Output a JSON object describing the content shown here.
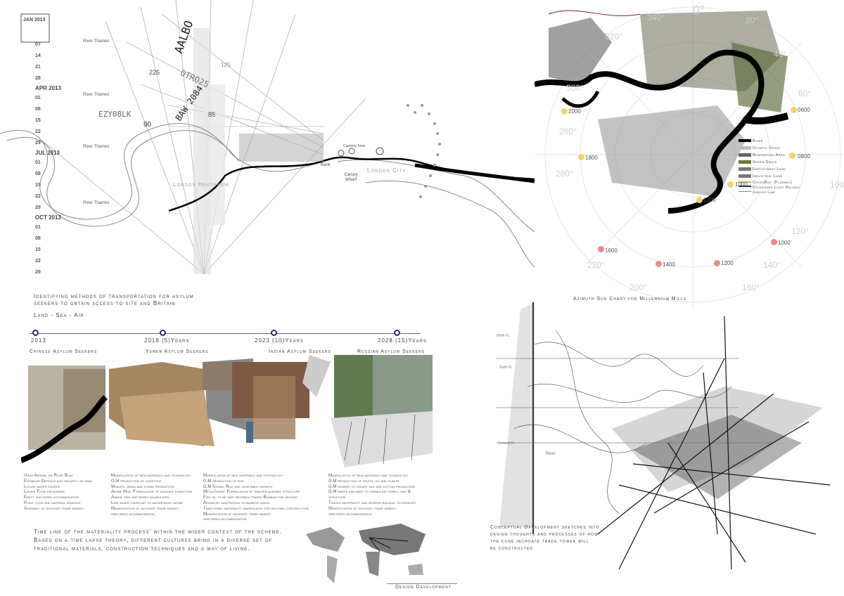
{
  "transport_panel": {
    "caption_line1": "Identifying methods of transportation for asylum",
    "caption_line2": "seekers to obtain access to site and Britain",
    "modes": "Land  -  Sea  -  Air",
    "calendar": {
      "box_label": "JAN 2013",
      "months": [
        "APR 2013",
        "JUL 2013",
        "OCT 2013"
      ],
      "river_label": "River Thames",
      "days": [
        "07",
        "14",
        "21",
        "28",
        "01",
        "08",
        "15",
        "22",
        "29",
        "01",
        "08",
        "15",
        "22",
        "29",
        "01",
        "08",
        "15",
        "22",
        "29"
      ]
    },
    "flight_labels": [
      "AALBO",
      "OTRO25",
      "BAW 2084",
      "EZY08LK",
      "225",
      "85",
      "90",
      "125"
    ],
    "place_labels": [
      "London Heathrow",
      "Bank",
      "Canary Wharf",
      "Canning Town",
      "London City"
    ]
  },
  "sun_chart": {
    "caption": "Azimuth Sun Chart for Millennium Mills",
    "angles": [
      "0°",
      "20°",
      "40°",
      "60°",
      "100",
      "120°",
      "140°",
      "160°",
      "200°",
      "220°",
      "260°",
      "280°",
      "300°",
      "320°",
      "340°"
    ],
    "summer_times": [
      "0600",
      "0800",
      "1000",
      "1200",
      "1800",
      "2000"
    ],
    "winter_times": [
      "1000",
      "1200",
      "1400",
      "1600"
    ],
    "legend": [
      "River",
      "Olympic Venue",
      "Residential Area",
      "Green Space",
      "Employment Land",
      "Industrial Land",
      "CrossRail (Planned)",
      "Docklands Light Railway",
      "Jubilee Line"
    ],
    "colors": {
      "summer": "#f2d36b",
      "winter": "#e88a8f",
      "river": "#000000"
    }
  },
  "timeline": {
    "years": [
      "2013",
      "2018 (5)Years",
      "2023 (10)Years",
      "2028 (15)Years"
    ],
    "groups": [
      "Chinese Asylum Seekers",
      "Yemen Asylum Seekers",
      "Indian Asylum Seekers",
      "Russian Asylum Seekers"
    ],
    "lists": [
      [
        "Urgh Arrival via River Boat",
        "Establish Defence and security of area",
        "Locate water source",
        "Locate Food provisions",
        "Erect sheltered accommodation",
        "Plant food and material sources",
        "Assembly of inchoate trade market"
      ],
      [
        "Manipulation of new materials and technology",
        "G.M production of livestock",
        "Wheats, grain and straw production",
        "Adobe Mud: Formulation of building structure",
        "Animal skin and bones manipulated",
        "Lime based overcoat to waterproof adobe",
        "Manifestation of inchoate trade market",
        "sheltered accommodation"
      ],
      [
        "Manipulation of new materials and technology",
        "G.M production of fish",
        "G.M Straw, Rice and vegetable growth",
        "Metal/scrap: Formulation of shelter building structure",
        "Fish oil to be vast between traded Bamboo for heating",
        "Advanced adaptations to bamboo usage",
        "Traditional materiality manipulated for building construction",
        "Manifestation of inchoate trade market",
        "sheltered accommodation"
      ],
      [
        "Manipulation of new materials and technology",
        "G.M production of fruits, ivy and plants",
        "G.M spiders to create silk and cotton production",
        "G.M wasps and bees to formulate honey, wax &",
        "structure",
        "Traded materiality and modern building technology",
        "Manifestation of inchoate trade market",
        "sheltered accommodation"
      ]
    ],
    "caption_line1": "Time line of the materiality process' within the wider context of the scheme.",
    "caption_line2": "Based on a time lapse theory, different cultures bring in a diverse set of",
    "caption_line3": "traditional materials, construction techniques and a way of living.",
    "map_caption": "Design Development"
  },
  "sketch_panel": {
    "caption_line1": "Conceptual Development sketches into",
    "caption_line2": "design thoughts and processes of how",
    "caption_line3": "the core inchoate trade tower will",
    "caption_line4": "be constructed.",
    "labels": [
      "Ninth FL",
      "Sixth FL",
      "Ground FL",
      "River"
    ]
  }
}
